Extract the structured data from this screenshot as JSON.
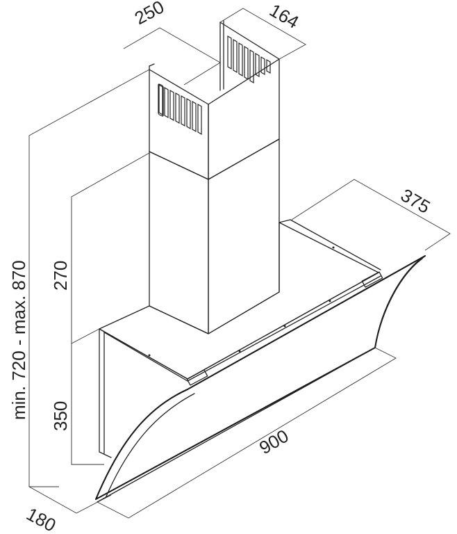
{
  "dimensions": {
    "chimney_width": "250",
    "chimney_depth": "164",
    "hood_depth": "375",
    "upper_chimney": "270",
    "lower_section": "350",
    "total_height": "min. 720 - max. 870",
    "hood_width": "900",
    "bottom_depth": "180"
  },
  "colors": {
    "line": "#222222",
    "background": "#ffffff"
  }
}
